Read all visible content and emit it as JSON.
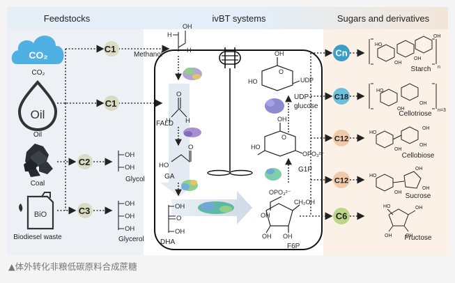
{
  "headers": {
    "feedstocks": "Feedstocks",
    "ivbt": "ivBT systems",
    "sugars": "Sugars and derivatives"
  },
  "feedstocks": {
    "co2_label": "CO₂",
    "co2_icon_text": "CO₂",
    "oil_label": "Oil",
    "oil_icon_text": "Oil",
    "coal_label": "Coal",
    "biodiesel_label": "Biodiesel waste",
    "biodiesel_icon_text": "BiO"
  },
  "carbon_badges": {
    "methanol": "C1",
    "formaldehyde": "C1",
    "glycol": "C2",
    "glycerol": "C3"
  },
  "intermediates": {
    "methanol": "Methanol",
    "fald": "FALD",
    "glycol": "Glycol",
    "ga": "GA",
    "glycerol": "Glycerol",
    "dha": "DHA",
    "f6p": "F6P",
    "g1p": "G1P",
    "udp_glucose_line1": "UDP-",
    "udp_glucose_line2": "glucose",
    "udp": "UDP",
    "opo3_g1p": "OPO₃²⁻",
    "opo3_f6p": "OPO₃²⁻"
  },
  "products": [
    {
      "badge": "Cn",
      "name": "Starch",
      "color": "#3a9fc4"
    },
    {
      "badge": "C18",
      "name": "Cellotriose",
      "color": "#6cc0dc"
    },
    {
      "badge": "C12",
      "name": "Cellobiose",
      "color": "#f0c9a8"
    },
    {
      "badge": "C12",
      "name": "Sucrose",
      "color": "#f0c9a8"
    },
    {
      "badge": "C6",
      "name": "Fructose",
      "color": "#bcd788"
    }
  ],
  "colors": {
    "feedstock_panel": "#e9f0f6",
    "ivbt_header": "#e3eef8",
    "sugar_panel": "#fbf1e6",
    "c_badge": "#d9dcc2"
  },
  "caption": "▲体外转化非粮低碳原料合成蔗糖"
}
